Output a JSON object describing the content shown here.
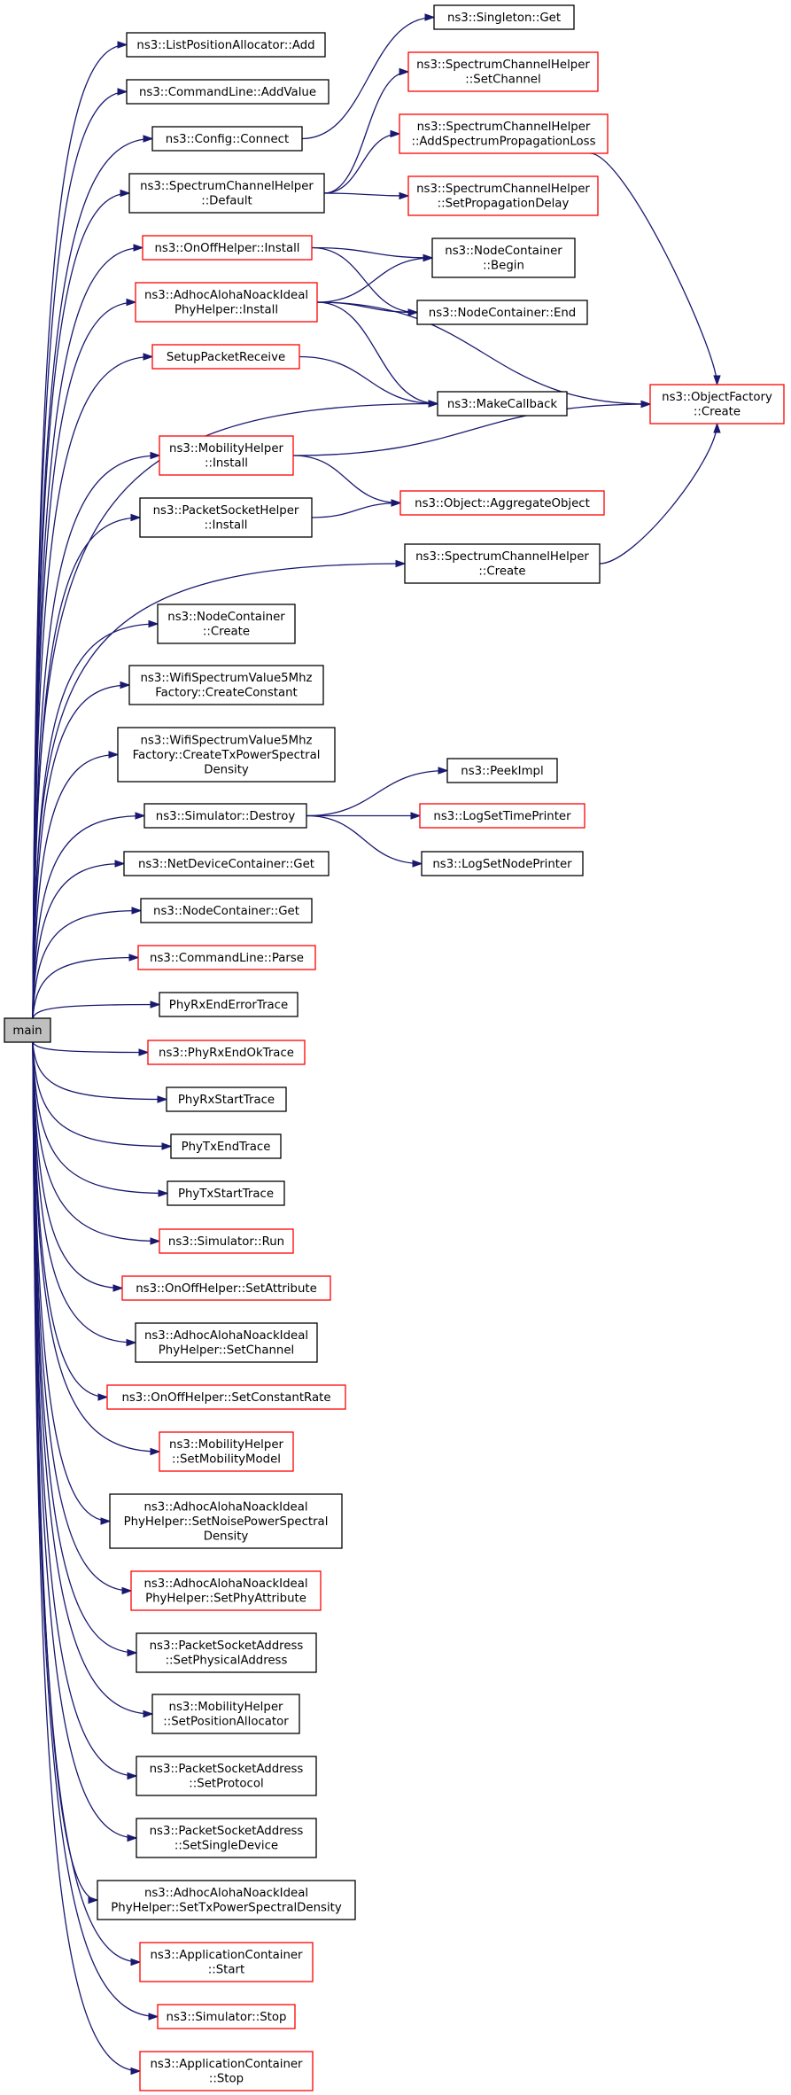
{
  "nodes": [
    {
      "id": "main",
      "lines": [
        "main"
      ],
      "style": "root",
      "interactable": true
    },
    {
      "id": "lpa_add",
      "lines": [
        "ns3::ListPositionAllocator::Add"
      ],
      "style": "plain"
    },
    {
      "id": "cmd_addvalue",
      "lines": [
        "ns3::CommandLine::AddValue"
      ],
      "style": "plain"
    },
    {
      "id": "cfg_connect",
      "lines": [
        "ns3::Config::Connect"
      ],
      "style": "plain"
    },
    {
      "id": "sch_default",
      "lines": [
        "ns3::SpectrumChannelHelper",
        "::Default"
      ],
      "style": "plain"
    },
    {
      "id": "onoff_install",
      "lines": [
        "ns3::OnOffHelper::Install"
      ],
      "style": "doc"
    },
    {
      "id": "aloha_install",
      "lines": [
        "ns3::AdhocAlohaNoackIdeal",
        "PhyHelper::Install"
      ],
      "style": "doc"
    },
    {
      "id": "setup_rx",
      "lines": [
        "SetupPacketReceive"
      ],
      "style": "doc"
    },
    {
      "id": "mob_install",
      "lines": [
        "ns3::MobilityHelper",
        "::Install"
      ],
      "style": "doc"
    },
    {
      "id": "psh_install",
      "lines": [
        "ns3::PacketSocketHelper",
        "::Install"
      ],
      "style": "plain"
    },
    {
      "id": "nc_create",
      "lines": [
        "ns3::NodeContainer",
        "::Create"
      ],
      "style": "plain"
    },
    {
      "id": "wsv_const",
      "lines": [
        "ns3::WifiSpectrumValue5Mhz",
        "Factory::CreateConstant"
      ],
      "style": "plain"
    },
    {
      "id": "wsv_txpsd",
      "lines": [
        "ns3::WifiSpectrumValue5Mhz",
        "Factory::CreateTxPowerSpectral",
        "Density"
      ],
      "style": "plain"
    },
    {
      "id": "sim_destroy",
      "lines": [
        "ns3::Simulator::Destroy"
      ],
      "style": "plain"
    },
    {
      "id": "ndc_get",
      "lines": [
        "ns3::NetDeviceContainer::Get"
      ],
      "style": "plain"
    },
    {
      "id": "nc_get",
      "lines": [
        "ns3::NodeContainer::Get"
      ],
      "style": "plain"
    },
    {
      "id": "cmd_parse",
      "lines": [
        "ns3::CommandLine::Parse"
      ],
      "style": "doc"
    },
    {
      "id": "phy_rx_err",
      "lines": [
        "PhyRxEndErrorTrace"
      ],
      "style": "plain"
    },
    {
      "id": "phy_rx_ok",
      "lines": [
        "ns3::PhyRxEndOkTrace"
      ],
      "style": "doc"
    },
    {
      "id": "phy_rx_start",
      "lines": [
        "PhyRxStartTrace"
      ],
      "style": "plain"
    },
    {
      "id": "phy_tx_end",
      "lines": [
        "PhyTxEndTrace"
      ],
      "style": "plain"
    },
    {
      "id": "phy_tx_start",
      "lines": [
        "PhyTxStartTrace"
      ],
      "style": "plain"
    },
    {
      "id": "sim_run",
      "lines": [
        "ns3::Simulator::Run"
      ],
      "style": "doc"
    },
    {
      "id": "onoff_setattr",
      "lines": [
        "ns3::OnOffHelper::SetAttribute"
      ],
      "style": "doc"
    },
    {
      "id": "aloha_setchan",
      "lines": [
        "ns3::AdhocAlohaNoackIdeal",
        "PhyHelper::SetChannel"
      ],
      "style": "plain"
    },
    {
      "id": "onoff_setrate",
      "lines": [
        "ns3::OnOffHelper::SetConstantRate"
      ],
      "style": "doc"
    },
    {
      "id": "mob_setmodel",
      "lines": [
        "ns3::MobilityHelper",
        "::SetMobilityModel"
      ],
      "style": "doc"
    },
    {
      "id": "aloha_setnoise",
      "lines": [
        "ns3::AdhocAlohaNoackIdeal",
        "PhyHelper::SetNoisePowerSpectral",
        "Density"
      ],
      "style": "plain"
    },
    {
      "id": "aloha_setphyattr",
      "lines": [
        "ns3::AdhocAlohaNoackIdeal",
        "PhyHelper::SetPhyAttribute"
      ],
      "style": "doc"
    },
    {
      "id": "psa_setphys",
      "lines": [
        "ns3::PacketSocketAddress",
        "::SetPhysicalAddress"
      ],
      "style": "plain"
    },
    {
      "id": "mob_setpos",
      "lines": [
        "ns3::MobilityHelper",
        "::SetPositionAllocator"
      ],
      "style": "plain"
    },
    {
      "id": "psa_setproto",
      "lines": [
        "ns3::PacketSocketAddress",
        "::SetProtocol"
      ],
      "style": "plain"
    },
    {
      "id": "psa_setsingle",
      "lines": [
        "ns3::PacketSocketAddress",
        "::SetSingleDevice"
      ],
      "style": "plain"
    },
    {
      "id": "aloha_settxpsd",
      "lines": [
        "ns3::AdhocAlohaNoackIdeal",
        "PhyHelper::SetTxPowerSpectralDensity"
      ],
      "style": "plain"
    },
    {
      "id": "app_start",
      "lines": [
        "ns3::ApplicationContainer",
        "::Start"
      ],
      "style": "doc"
    },
    {
      "id": "sim_stop",
      "lines": [
        "ns3::Simulator::Stop"
      ],
      "style": "doc"
    },
    {
      "id": "app_stop",
      "lines": [
        "ns3::ApplicationContainer",
        "::Stop"
      ],
      "style": "doc"
    },
    {
      "id": "singleton_get",
      "lines": [
        "ns3::Singleton::Get"
      ],
      "style": "plain"
    },
    {
      "id": "sch_setchan",
      "lines": [
        "ns3::SpectrumChannelHelper",
        "::SetChannel"
      ],
      "style": "doc"
    },
    {
      "id": "sch_addloss",
      "lines": [
        "ns3::SpectrumChannelHelper",
        "::AddSpectrumPropagationLoss"
      ],
      "style": "doc"
    },
    {
      "id": "sch_setdelay",
      "lines": [
        "ns3::SpectrumChannelHelper",
        "::SetPropagationDelay"
      ],
      "style": "doc"
    },
    {
      "id": "nc_begin",
      "lines": [
        "ns3::NodeContainer",
        "::Begin"
      ],
      "style": "plain"
    },
    {
      "id": "nc_end",
      "lines": [
        "ns3::NodeContainer::End"
      ],
      "style": "plain"
    },
    {
      "id": "make_cb",
      "lines": [
        "ns3::MakeCallback"
      ],
      "style": "plain"
    },
    {
      "id": "of_create",
      "lines": [
        "ns3::ObjectFactory",
        "::Create"
      ],
      "style": "doc"
    },
    {
      "id": "obj_aggr",
      "lines": [
        "ns3::Object::AggregateObject"
      ],
      "style": "doc"
    },
    {
      "id": "sch_create",
      "lines": [
        "ns3::SpectrumChannelHelper",
        "::Create"
      ],
      "style": "plain"
    },
    {
      "id": "peek_impl",
      "lines": [
        "ns3::PeekImpl"
      ],
      "style": "plain"
    },
    {
      "id": "log_time",
      "lines": [
        "ns3::LogSetTimePrinter"
      ],
      "style": "doc"
    },
    {
      "id": "log_node",
      "lines": [
        "ns3::LogSetNodePrinter"
      ],
      "style": "plain"
    }
  ],
  "edges": [
    [
      "main",
      "lpa_add"
    ],
    [
      "main",
      "cmd_addvalue"
    ],
    [
      "main",
      "cfg_connect"
    ],
    [
      "main",
      "sch_default"
    ],
    [
      "main",
      "onoff_install"
    ],
    [
      "main",
      "aloha_install"
    ],
    [
      "main",
      "setup_rx"
    ],
    [
      "main",
      "make_cb"
    ],
    [
      "main",
      "mob_install"
    ],
    [
      "main",
      "psh_install"
    ],
    [
      "main",
      "sch_create"
    ],
    [
      "main",
      "nc_create"
    ],
    [
      "main",
      "wsv_const"
    ],
    [
      "main",
      "wsv_txpsd"
    ],
    [
      "main",
      "sim_destroy"
    ],
    [
      "main",
      "ndc_get"
    ],
    [
      "main",
      "nc_get"
    ],
    [
      "main",
      "cmd_parse"
    ],
    [
      "main",
      "phy_rx_err"
    ],
    [
      "main",
      "phy_rx_ok"
    ],
    [
      "main",
      "phy_rx_start"
    ],
    [
      "main",
      "phy_tx_end"
    ],
    [
      "main",
      "phy_tx_start"
    ],
    [
      "main",
      "sim_run"
    ],
    [
      "main",
      "onoff_setattr"
    ],
    [
      "main",
      "aloha_setchan"
    ],
    [
      "main",
      "onoff_setrate"
    ],
    [
      "main",
      "mob_setmodel"
    ],
    [
      "main",
      "aloha_setnoise"
    ],
    [
      "main",
      "aloha_setphyattr"
    ],
    [
      "main",
      "psa_setphys"
    ],
    [
      "main",
      "mob_setpos"
    ],
    [
      "main",
      "psa_setproto"
    ],
    [
      "main",
      "psa_setsingle"
    ],
    [
      "main",
      "aloha_settxpsd"
    ],
    [
      "main",
      "app_start"
    ],
    [
      "main",
      "sim_stop"
    ],
    [
      "main",
      "app_stop"
    ],
    [
      "cfg_connect",
      "singleton_get"
    ],
    [
      "sch_default",
      "sch_setchan"
    ],
    [
      "sch_default",
      "sch_addloss"
    ],
    [
      "sch_default",
      "sch_setdelay"
    ],
    [
      "onoff_install",
      "nc_begin"
    ],
    [
      "onoff_install",
      "nc_end"
    ],
    [
      "aloha_install",
      "nc_begin"
    ],
    [
      "aloha_install",
      "nc_end"
    ],
    [
      "aloha_install",
      "make_cb"
    ],
    [
      "aloha_install",
      "of_create"
    ],
    [
      "setup_rx",
      "make_cb"
    ],
    [
      "mob_install",
      "of_create"
    ],
    [
      "mob_install",
      "obj_aggr"
    ],
    [
      "psh_install",
      "obj_aggr"
    ],
    [
      "sch_create",
      "of_create"
    ],
    [
      "sch_addloss",
      "of_create"
    ],
    [
      "sim_destroy",
      "peek_impl"
    ],
    [
      "sim_destroy",
      "log_time"
    ],
    [
      "sim_destroy",
      "log_node"
    ]
  ]
}
